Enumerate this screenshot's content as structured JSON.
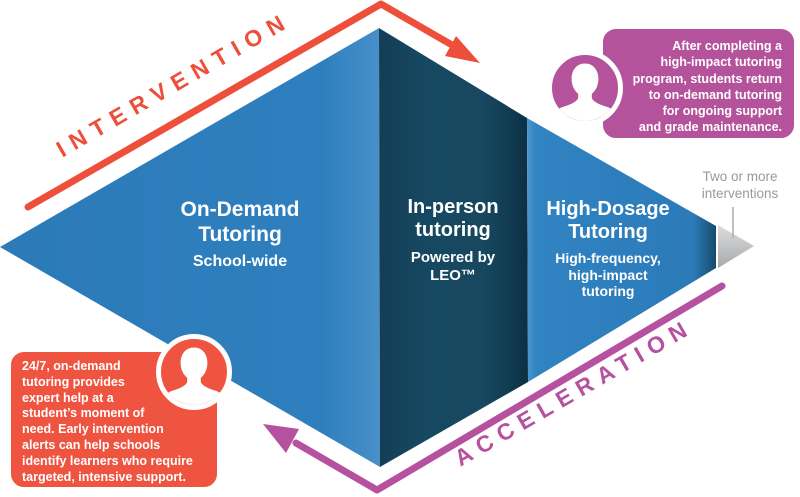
{
  "arrows": {
    "intervention": {
      "label": "INTERVENTION",
      "color": "#ED4F3A"
    },
    "acceleration": {
      "label": "ACCELERATION",
      "color": "#B5519E"
    }
  },
  "sections": [
    {
      "title": "On-Demand Tutoring",
      "subtitle": "School-wide"
    },
    {
      "title": "In-person tutoring",
      "subtitle": "Powered by LEO™"
    },
    {
      "title": "High-Dosage Tutoring",
      "subtitle": "High-frequency, high-impact tutoring"
    }
  ],
  "tip": {
    "label": "Two or more interventions"
  },
  "callouts": {
    "top_right": {
      "color": "#B4529C",
      "lines": [
        "After completing a",
        "high-impact tutoring",
        "program, students return",
        "to on-demand tutoring",
        "for ongoing support",
        "and grade maintenance."
      ]
    },
    "bottom_left": {
      "color": "#EE5440",
      "lines": [
        "24/7, on-demand",
        "tutoring provides",
        "expert help at a",
        "student’s moment of",
        "need. Early intervention",
        "alerts can help schools",
        "identify learners who require",
        "targeted, intensive support."
      ]
    }
  },
  "colors": {
    "blue_face": "#2E7EBD",
    "dark_panel": "#16455F",
    "gray_tip": "#C0C2C4",
    "gray_text": "#97999C",
    "white": "#FFFFFF"
  }
}
